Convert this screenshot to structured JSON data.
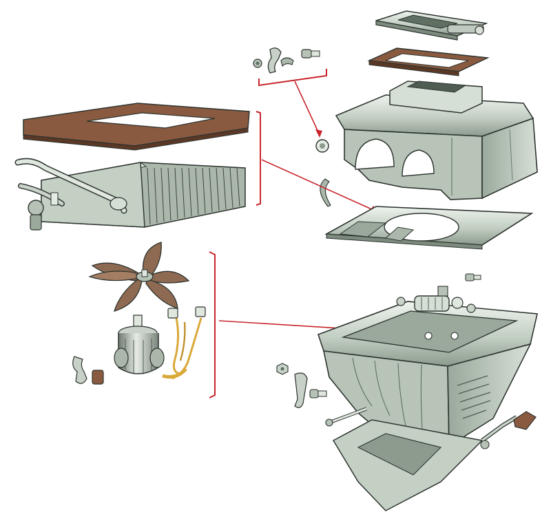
{
  "diagram": {
    "type": "exploded-view",
    "text_labels": [],
    "colors": {
      "background": "#ffffff",
      "metal_light": "#dfe7df",
      "metal_mid": "#aebcae",
      "metal_dark": "#5f6f62",
      "outline": "#2c332e",
      "gasket": "#8a5a40",
      "gasket_dark": "#5b3826",
      "fan_blade": "#8f6a52",
      "wire": "#d9a938",
      "callout": "#c8242b"
    },
    "parts": [
      "top-cover-plate",
      "seal-gasket-top",
      "clips-and-screws",
      "upper-housing",
      "heater-core-gasket",
      "heater-core",
      "mounting-plate",
      "fan-impeller",
      "fan-motor",
      "motor-wires",
      "motor-clip-and-block",
      "lower-housing",
      "screw-and-nut-small",
      "valve-lever"
    ],
    "callouts": [
      {
        "from": "clips-and-screws",
        "to": "upper-housing"
      },
      {
        "from": "heater-core",
        "to": "mounting-plate"
      },
      {
        "from": "fan-motor",
        "to": "lower-housing"
      }
    ]
  }
}
